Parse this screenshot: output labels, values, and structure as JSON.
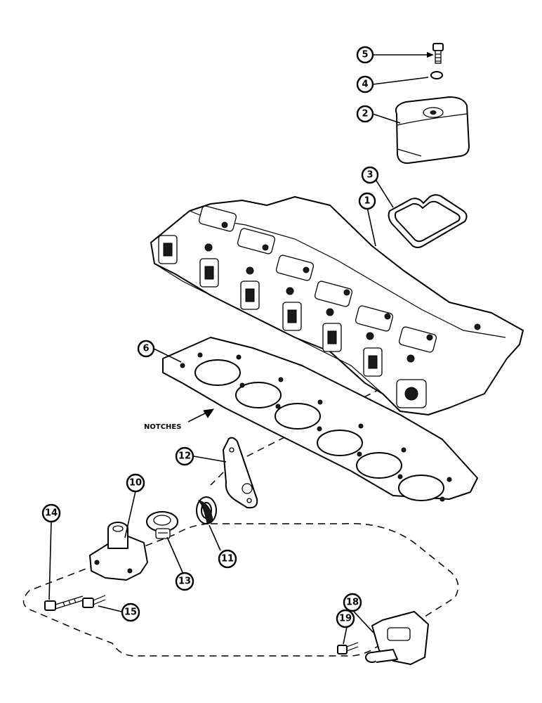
{
  "diagram": {
    "callouts": [
      "1",
      "2",
      "3",
      "4",
      "5",
      "6",
      "10",
      "11",
      "12",
      "13",
      "14",
      "15",
      "18",
      "19"
    ],
    "notches_label": "NOTCHES"
  }
}
